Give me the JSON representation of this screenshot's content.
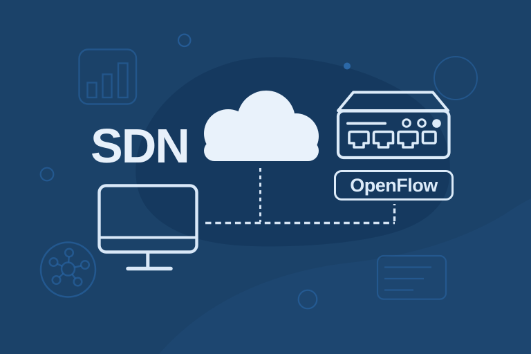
{
  "illustration": {
    "title": "SDN",
    "protocol_badge": "OpenFlow"
  },
  "colors": {
    "background": "#1b4269",
    "blob_dark": "#15395f",
    "wave_light": "#2e67a0",
    "foreground_light": "#e8f1fa",
    "device_stroke": "#d9e8f8",
    "decorative_stroke": "#2a67a8",
    "connector_dash": "#d6e5f5",
    "accent_dot": "#2e6dae"
  },
  "icons": {
    "main": [
      "cloud-icon",
      "network-switch-icon",
      "monitor-icon"
    ],
    "decorations": [
      "bar-chart-icon",
      "network-hub-icon",
      "document-icon",
      "circle-decoration",
      "dot-decoration"
    ]
  },
  "connections": [
    "cloud-to-bus",
    "monitor-to-switch-bus",
    "bus-to-openflow"
  ]
}
